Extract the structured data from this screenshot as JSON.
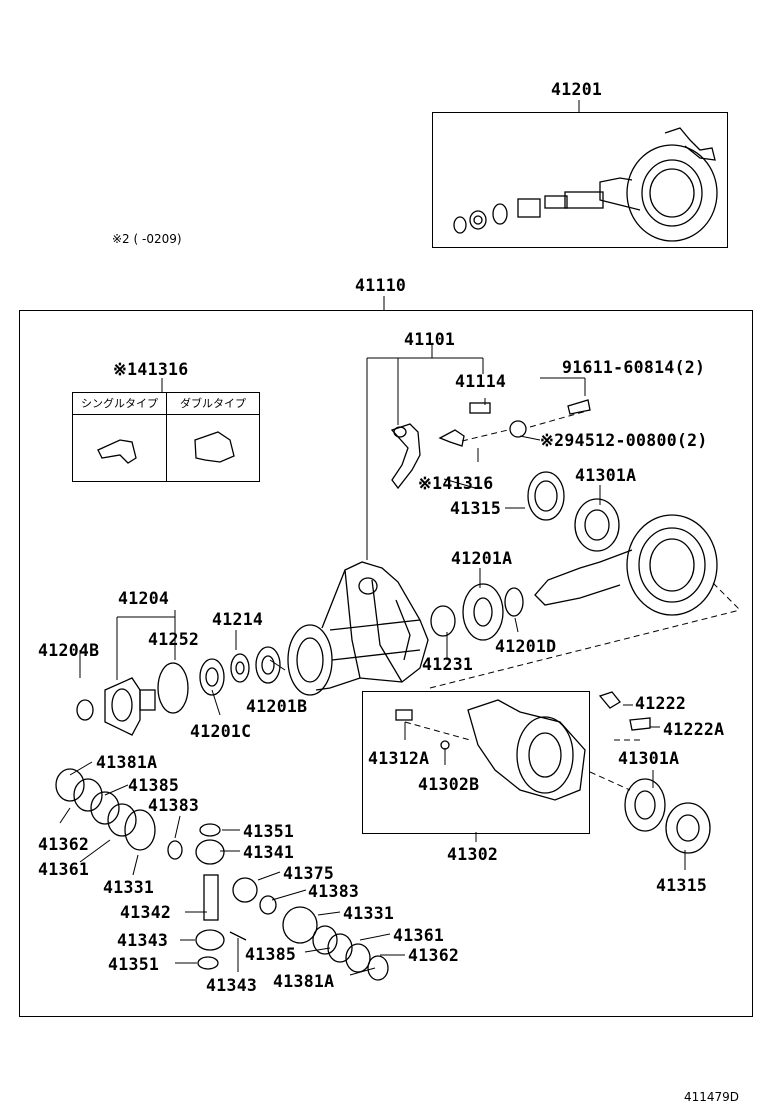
{
  "diagram": {
    "note_applicability": "※2 (      -0209)",
    "footer_code": "411479D",
    "table_41316": {
      "title": "※141316",
      "col_single": "シングルタイプ",
      "col_double": "ダブルタイプ"
    },
    "labels": {
      "p41201": "41201",
      "p41110": "41110",
      "p41101": "41101",
      "p41114": "41114",
      "p91611": "91611-60814(2)",
      "p294512": "※294512-00800(2)",
      "p41316b": "※141316",
      "p41315a": "41315",
      "p41301a_top": "41301A",
      "p41201a": "41201A",
      "p41231": "41231",
      "p41201d": "41201D",
      "p41204": "41204",
      "p41252": "41252",
      "p41214": "41214",
      "p41204b": "41204B",
      "p41201b": "41201B",
      "p41201c": "41201C",
      "p41222": "41222",
      "p41222a": "41222A",
      "p41312a": "41312A",
      "p41302b": "41302B",
      "p41301a_bot": "41301A",
      "p41302": "41302",
      "p41315b": "41315",
      "p41381a_top": "41381A",
      "p41385_top": "41385",
      "p41383_top": "41383",
      "p41362_left": "41362",
      "p41361_left": "41361",
      "p41331_left": "41331",
      "p41351_top": "41351",
      "p41341": "41341",
      "p41375": "41375",
      "p41383_mid": "41383",
      "p41342": "41342",
      "p41331_mid": "41331",
      "p41343_left": "41343",
      "p41361_right": "41361",
      "p41385_bot": "41385",
      "p41362_right": "41362",
      "p41351_bot": "41351",
      "p41343_bot": "41343",
      "p41381a_bot": "41381A"
    }
  }
}
